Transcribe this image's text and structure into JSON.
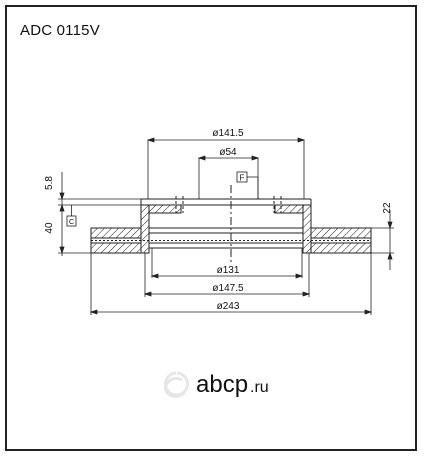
{
  "title": "ADC 0115V",
  "dimensions": {
    "d_hat_top": "ø141.5",
    "d_center_bore": "ø54",
    "d_hat_inner": "ø131",
    "d_hub_outer": "ø147.5",
    "d_outer": "ø243",
    "h_hat": "5.8",
    "h_total": "40",
    "h_disc": "22"
  },
  "markers": {
    "datum_f": "F",
    "datum_c": "C"
  },
  "watermark": {
    "brand": "abcp",
    "domain": ".ru"
  },
  "colors": {
    "line": "#222222",
    "watermark": "#e8e8e8"
  }
}
